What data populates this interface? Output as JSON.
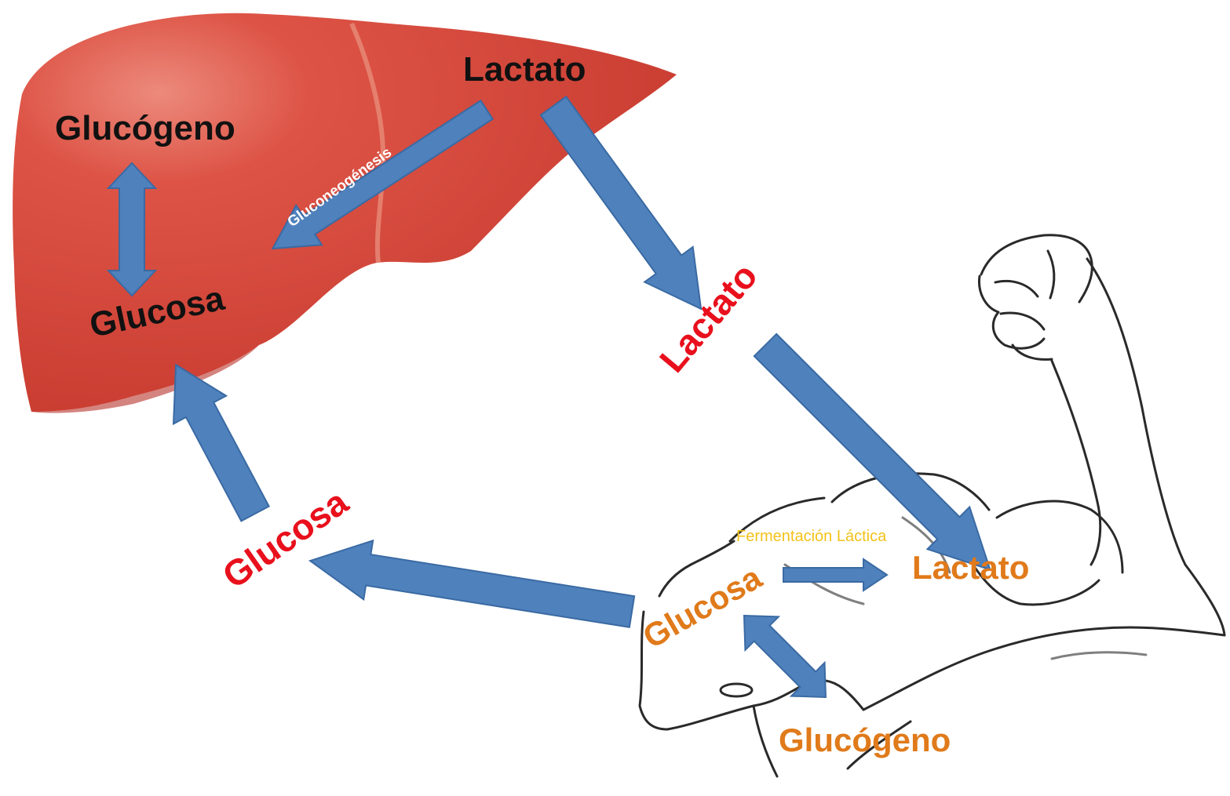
{
  "colors": {
    "liver": "#d9463b",
    "liver_dark": "#b8322a",
    "liver_highlight": "#e97a6c",
    "arrow": "#4f81bd",
    "arrow_outline": "#3a6aa3",
    "text_dark": "#111111",
    "text_red": "#e8101c",
    "text_orange": "#e07a1a",
    "text_yellow": "#f2c21a",
    "text_white": "#ffffff",
    "sketch": "#2a2a2a"
  },
  "liver": {
    "lactato": "Lactato",
    "glucogeno": "Glucógeno",
    "glucosa": "Glucosa",
    "process": "Gluconeogénesis"
  },
  "blood": {
    "lactato": "Lactato",
    "glucosa": "Glucosa"
  },
  "muscle": {
    "glucosa": "Glucosa",
    "lactato": "Lactato",
    "glucogeno": "Glucógeno",
    "process": "Fermentación Láctica"
  },
  "icons": {
    "liver": "liver-organ-icon",
    "muscle": "flexed-arm-sketch-icon"
  }
}
